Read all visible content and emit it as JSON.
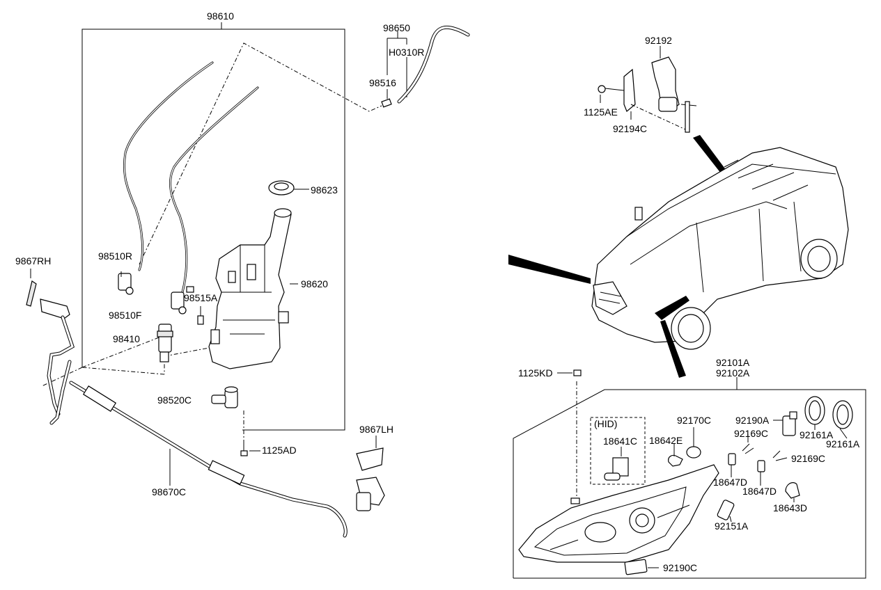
{
  "labels": {
    "p98610": "98610",
    "p98650": "98650",
    "pH0310R": "H0310R",
    "p98516": "98516",
    "p98623": "98623",
    "p9867RH": "9867RH",
    "p98510R": "98510R",
    "p98620": "98620",
    "p98515A": "98515A",
    "p98510F": "98510F",
    "p98410": "98410",
    "p98520C": "98520C",
    "p1125AD": "1125AD",
    "p9867LH": "9867LH",
    "p98670C": "98670C",
    "p92192": "92192",
    "p1125AE": "1125AE",
    "p92194C": "92194C",
    "p92101A": "92101A",
    "p92102A": "92102A",
    "p1125KD": "1125KD",
    "hid": "(HID)",
    "p18641C": "18641C",
    "p18642E": "18642E",
    "p92170C": "92170C",
    "p92190A": "92190A",
    "p92169C_a": "92169C",
    "p92169C_b": "92169C",
    "p92161A_a": "92161A",
    "p92161A_b": "92161A",
    "p18647D_a": "18647D",
    "p18647D_b": "18647D",
    "p18643D": "18643D",
    "p92151A": "92151A",
    "p92190C": "92190C"
  }
}
